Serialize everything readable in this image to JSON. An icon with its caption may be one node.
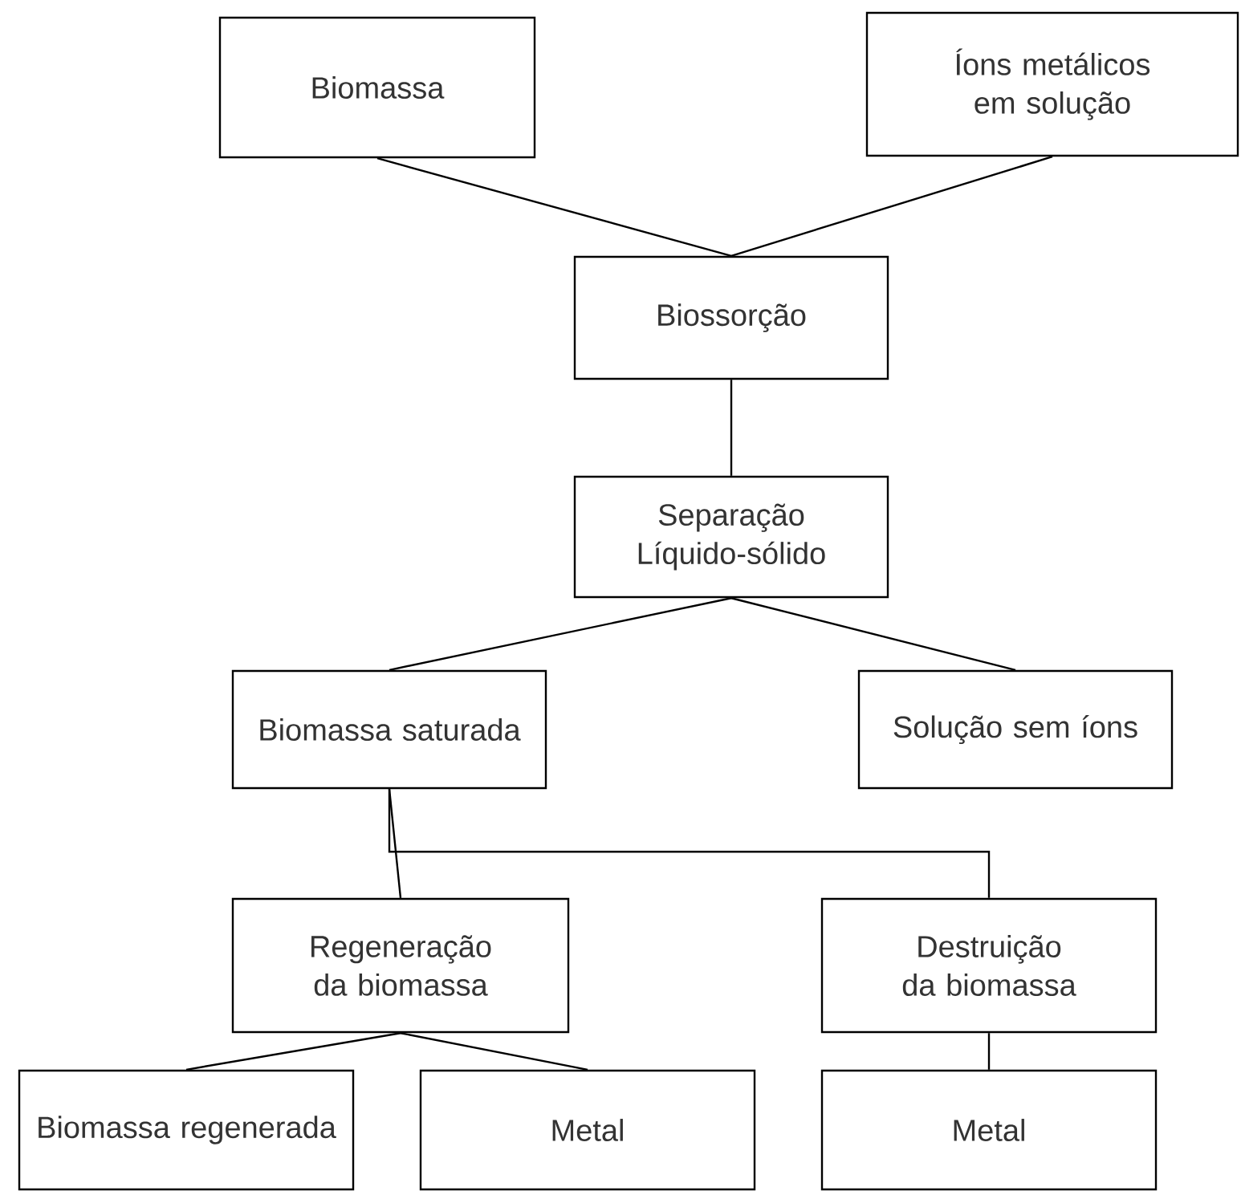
{
  "diagram": {
    "nodes": [
      {
        "text": [
          "Biomassa"
        ]
      },
      {
        "text": [
          "Íons metálicos em solução"
        ]
      },
      {
        "text": [
          "Biossorção"
        ]
      },
      {
        "text": [
          "Separação Líquido-sólido"
        ]
      },
      {
        "text": [
          "Biomassa saturada"
        ]
      },
      {
        "text": [
          "Solução sem íons"
        ]
      },
      {
        "text": [
          "Regeneração da biomassa"
        ]
      },
      {
        "text": [
          "Destruição da biomassa"
        ]
      },
      {
        "text": [
          "Biomassa regenerada"
        ]
      },
      {
        "text": [
          "Metal"
        ]
      },
      {
        "text": [
          "Metal"
        ]
      }
    ],
    "edges": [
      {
        "from": 0,
        "to": 2,
        "arrow": "none"
      },
      {
        "from": 1,
        "to": 2,
        "arrow": "none"
      },
      {
        "from": 2,
        "to": 3,
        "arrow": "none"
      },
      {
        "from": 3,
        "to": 4,
        "arrow": "none"
      },
      {
        "from": 3,
        "to": 5,
        "arrow": "none"
      },
      {
        "from": 4,
        "to": 6,
        "arrow": "none"
      },
      {
        "from": 4,
        "to": 7,
        "arrow": "none"
      },
      {
        "from": 6,
        "to": 8,
        "arrow": "none"
      },
      {
        "from": 6,
        "to": 9,
        "arrow": "none"
      },
      {
        "from": 7,
        "to": 10,
        "arrow": "none"
      }
    ]
  }
}
